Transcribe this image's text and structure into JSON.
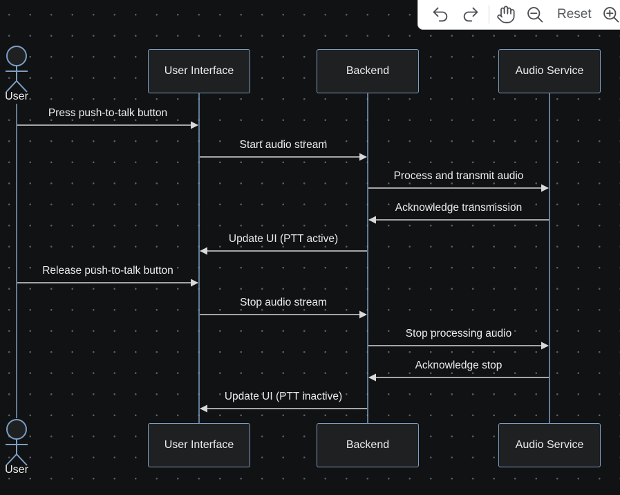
{
  "toolbar": {
    "undo_icon": "undo-icon",
    "redo_icon": "redo-icon",
    "pan_icon": "hand-pan-icon",
    "zoom_out_icon": "zoom-out-icon",
    "reset_label": "Reset",
    "zoom_in_icon": "zoom-in-icon"
  },
  "diagram": {
    "type": "sequence",
    "participants": [
      {
        "id": "user",
        "label": "User",
        "kind": "actor"
      },
      {
        "id": "ui",
        "label": "User Interface",
        "kind": "box"
      },
      {
        "id": "backend",
        "label": "Backend",
        "kind": "box"
      },
      {
        "id": "audio",
        "label": "Audio Service",
        "kind": "box"
      }
    ],
    "messages": [
      {
        "from": "user",
        "to": "ui",
        "label": "Press push-to-talk button"
      },
      {
        "from": "ui",
        "to": "backend",
        "label": "Start audio stream"
      },
      {
        "from": "backend",
        "to": "audio",
        "label": "Process and transmit audio"
      },
      {
        "from": "audio",
        "to": "backend",
        "label": "Acknowledge transmission"
      },
      {
        "from": "backend",
        "to": "ui",
        "label": "Update UI (PTT active)"
      },
      {
        "from": "user",
        "to": "ui",
        "label": "Release push-to-talk button"
      },
      {
        "from": "ui",
        "to": "backend",
        "label": "Stop audio stream"
      },
      {
        "from": "backend",
        "to": "audio",
        "label": "Stop processing audio"
      },
      {
        "from": "audio",
        "to": "backend",
        "label": "Acknowledge stop"
      },
      {
        "from": "backend",
        "to": "ui",
        "label": "Update UI (PTT inactive)"
      }
    ]
  },
  "colors": {
    "background": "#111214",
    "grid_dot": "#5a5d63",
    "box_fill": "#1e2022",
    "box_border": "#7d9ec2",
    "lifeline": "#7d9ec2",
    "arrow": "#d8d8d8",
    "text": "#ececec"
  }
}
